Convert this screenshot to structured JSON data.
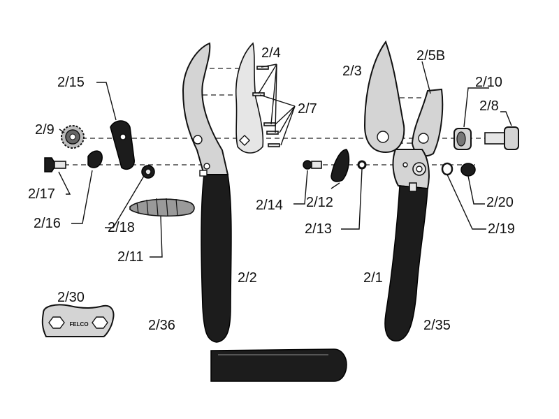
{
  "brand_mark": "FELCO",
  "parts": {
    "p_2_1": "2/1",
    "p_2_2": "2/2",
    "p_2_3": "2/3",
    "p_2_4": "2/4",
    "p_2_5B": "2/5B",
    "p_2_7": "2/7",
    "p_2_8": "2/8",
    "p_2_9": "2/9",
    "p_2_10": "2/10",
    "p_2_11": "2/11",
    "p_2_12": "2/12",
    "p_2_13": "2/13",
    "p_2_14": "2/14",
    "p_2_15": "2/15",
    "p_2_16": "2/16",
    "p_2_17": "2/17",
    "p_2_18": "2/18",
    "p_2_19": "2/19",
    "p_2_20": "2/20",
    "p_2_30": "2/30",
    "p_2_35": "2/35",
    "p_2_36": "2/36"
  }
}
